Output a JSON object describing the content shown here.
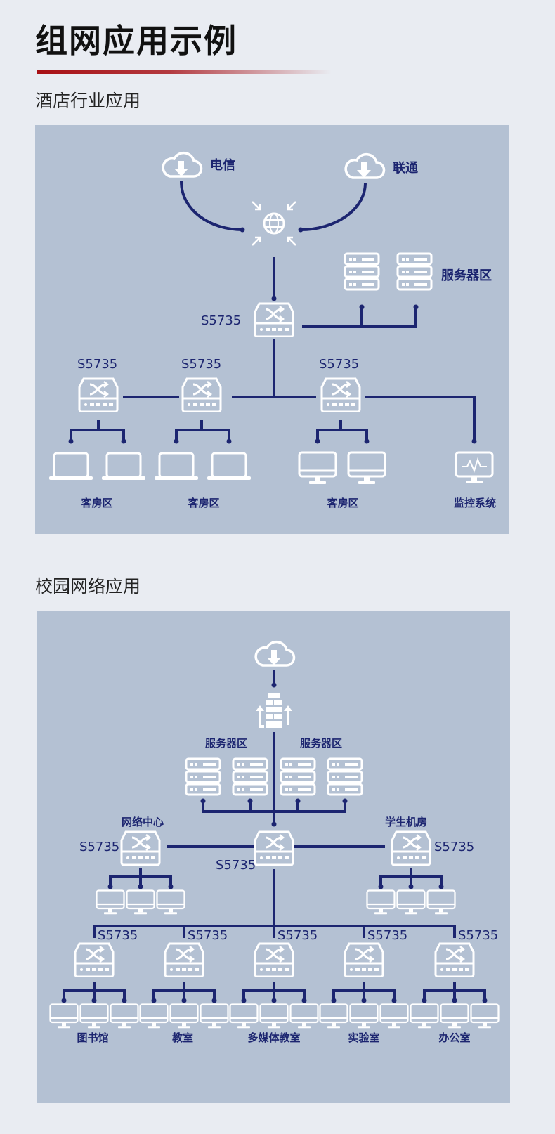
{
  "page_title": "组网应用示例",
  "colors": {
    "navy": "#1c2570",
    "panel": "#b4c1d3",
    "accent": "#a80f14",
    "background": "#e9ecf2"
  },
  "hotel": {
    "heading": "酒店行业应用",
    "isp_left": "电信",
    "isp_right": "联通",
    "server_zone": "服务器区",
    "core_model": "S5735",
    "access_models": [
      "S5735",
      "S5735",
      "S5735"
    ],
    "zones": [
      "客房区",
      "客房区",
      "客房区",
      "监控系统"
    ]
  },
  "campus": {
    "heading": "校园网络应用",
    "server_zones": [
      "服务器区",
      "服务器区"
    ],
    "core_model": "S5735",
    "left_label": "网络中心",
    "left_model": "S5735",
    "right_label": "学生机房",
    "right_model": "S5735",
    "access_models": [
      "S5735",
      "S5735",
      "S5735",
      "S5735",
      "S5735"
    ],
    "zones": [
      "图书馆",
      "教室",
      "多媒体教室",
      "实验室",
      "办公室"
    ]
  }
}
